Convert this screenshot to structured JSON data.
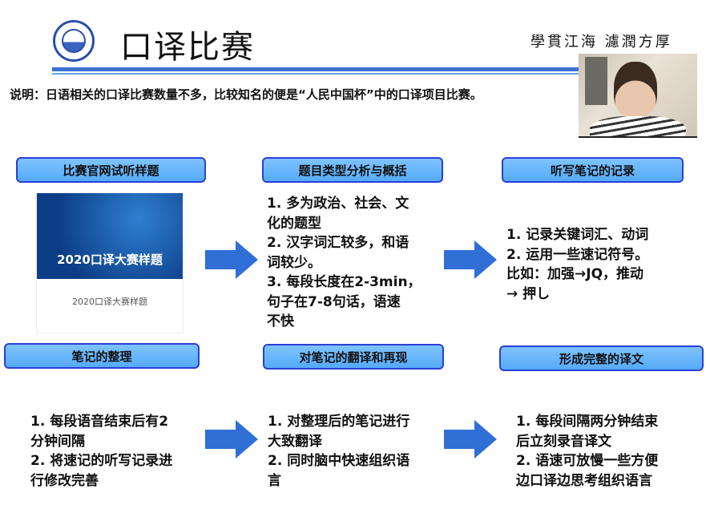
{
  "header": {
    "title": "口译比赛",
    "motto": "學貫江海 濾潤方厚"
  },
  "description": "说明：日语相关的口译比赛数量不多，比较知名的便是“人民中国杯”中的口译项目比赛。",
  "colors": {
    "header_box": "#55aaf7",
    "header_border": "#2b3fd9",
    "arrow": "#2f6fd6",
    "rule": "#3d72d4"
  },
  "steps": [
    {
      "label": "比赛官网试听样题",
      "thumbnail": {
        "banner": "2020口译大赛样题",
        "caption": "2020口译大赛样题"
      }
    },
    {
      "label": "题目类型分析与概括",
      "lines": [
        "1. 多为政治、社会、文",
        "化的题型",
        "2. 汉字词汇较多，和语",
        "词较少。",
        "3. 每段长度在2-3min，",
        "句子在7-8句话，语速",
        "不快"
      ]
    },
    {
      "label": "听写笔记的记录",
      "lines": [
        "1. 记录关键词汇、动词",
        "2. 运用一些速记符号。",
        "比如：加强→JQ，推动",
        "→ 押し"
      ]
    },
    {
      "label": "笔记的整理",
      "lines": [
        "1. 每段语音结束后有2",
        "分钟间隔",
        "2. 将速记的听写记录进",
        "行修改完善"
      ]
    },
    {
      "label": "对笔记的翻译和再现",
      "lines": [
        "1. 对整理后的笔记进行",
        "大致翻译",
        "2. 同时脑中快速组织语",
        "言"
      ]
    },
    {
      "label": "形成完整的译文",
      "lines": [
        "1. 每段间隔两分钟结束",
        "后立刻录音译文",
        "2. 语速可放慢一些方便",
        "边口译边思考组织语言"
      ]
    }
  ]
}
